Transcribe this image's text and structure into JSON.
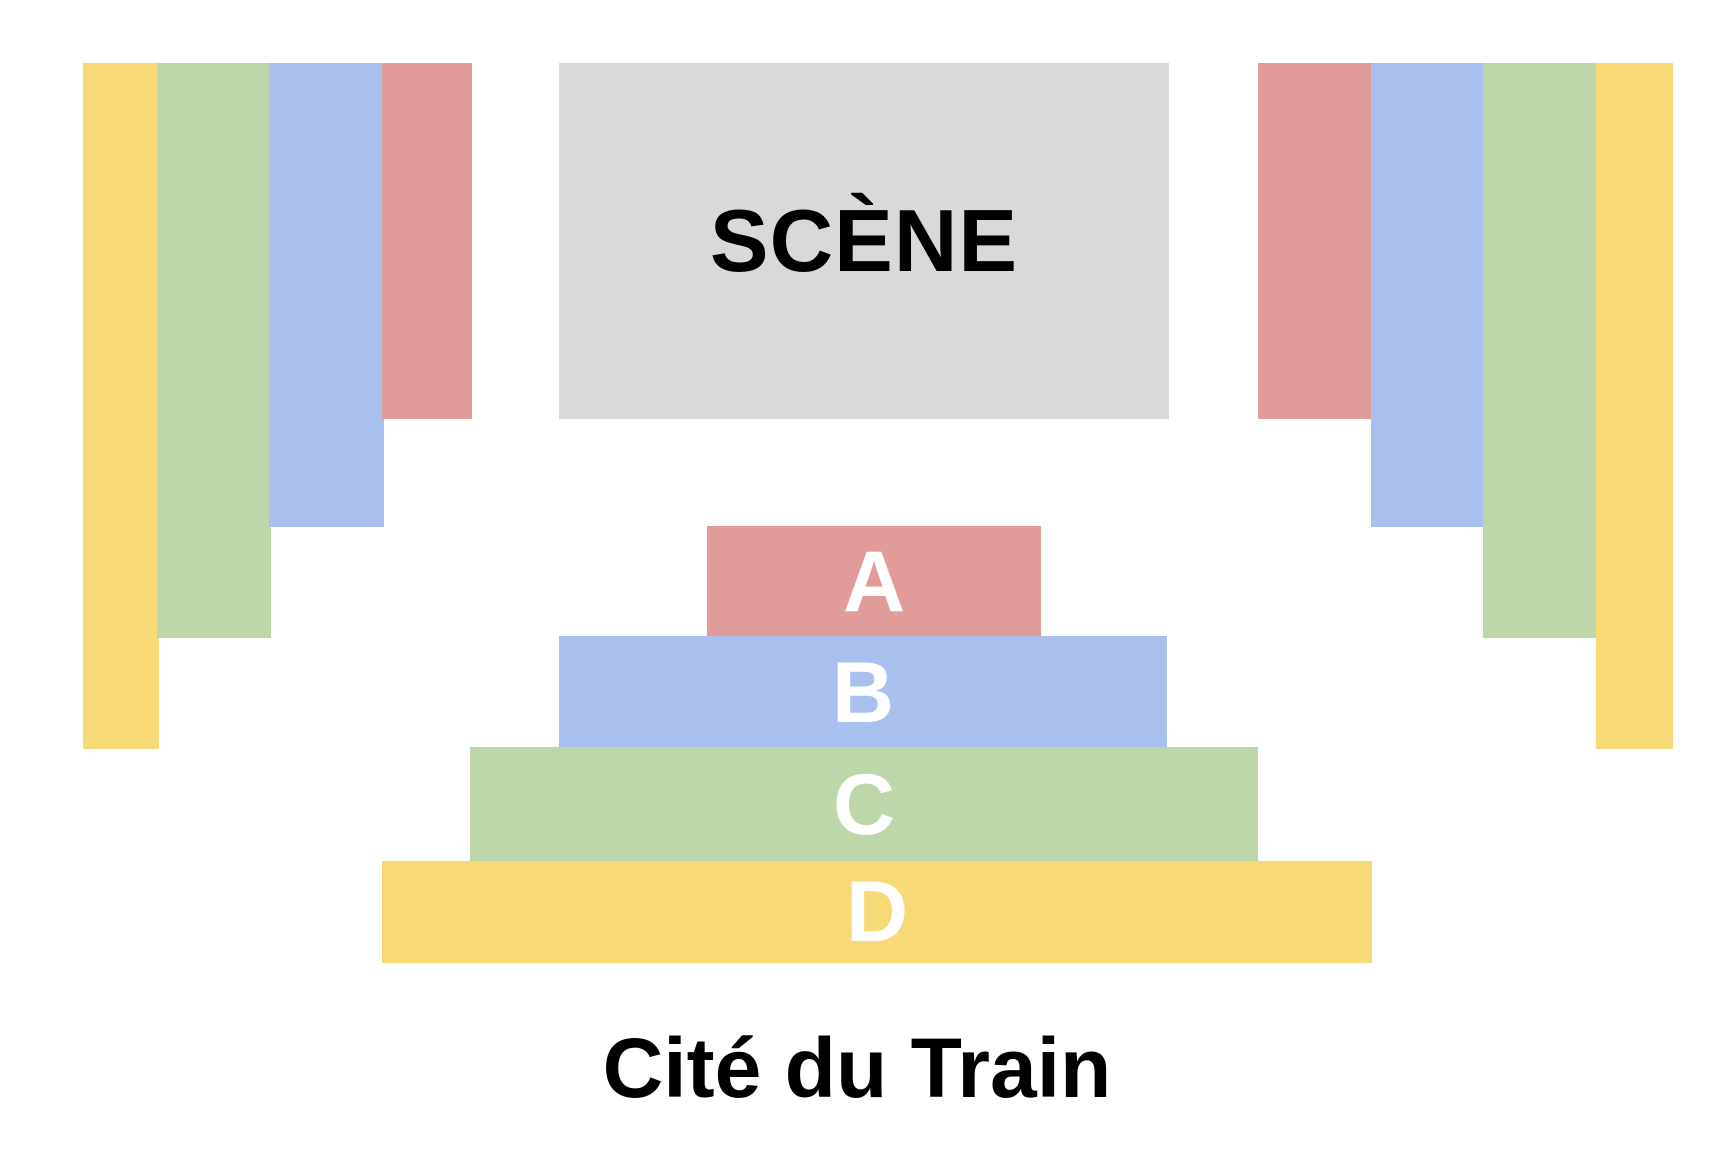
{
  "stage": {
    "label": "SCÈNE"
  },
  "rows": [
    {
      "label": "A",
      "color": "#e09b9a"
    },
    {
      "label": "B",
      "color": "#a9c0ee"
    },
    {
      "label": "C",
      "color": "#bdd7ab"
    },
    {
      "label": "D",
      "color": "#f8d978"
    }
  ],
  "venue": {
    "name": "Cité du Train"
  },
  "colors": {
    "red": "#e09b9a",
    "blue": "#a9c0ee",
    "green": "#bdd7ab",
    "yellow": "#f8d978",
    "stage": "#d9d9d9"
  }
}
